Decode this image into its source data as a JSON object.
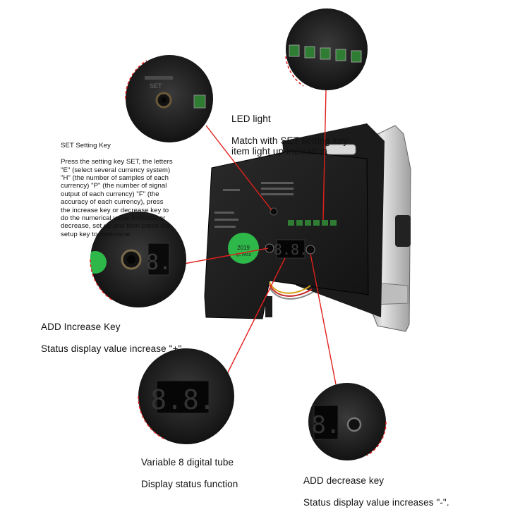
{
  "annotations": {
    "set_key": {
      "title": "SET Setting Key",
      "body": "Press the setting key SET, the letters\n\"E\" (select several currency system)\n\"H\" (the number of samples of each\ncurrency) \"P\" (the number of signal\noutput of each currency) \"F\" (the\naccuracy of each currency), press\n the increase key or decrease key to\ndo the numerical value increase or\ndecrease, set up and then press the\nsetup key to determine"
    },
    "led_light": {
      "title": "LED light",
      "body": "Match with SET setting key\nitem light up indication"
    },
    "add_increase": {
      "title": "ADD Increase Key",
      "body": "Status display value increase \"+\""
    },
    "digital_tube": {
      "title": "Variable 8 digital tube",
      "body": "Display status function"
    },
    "add_decrease": {
      "title": "ADD decrease key",
      "body": "Status display value increases \"-\"."
    }
  },
  "photo": {
    "sticker_year": "2019",
    "sticker_text": "QC PASS",
    "seven_segment_display": "8.8.",
    "small_display": "8.",
    "panel_label": "SET",
    "colors": {
      "callout_line": "#e0201c",
      "panel": "#1a1a1a",
      "sticker": "#2fb84a",
      "led": "#2e7d32",
      "display_digit": "#ff2b2b",
      "metal": "#c9c9c9"
    }
  }
}
